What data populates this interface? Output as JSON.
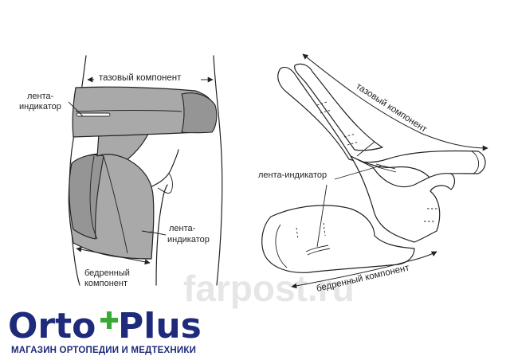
{
  "left_diagram": {
    "label_pelvic": "тазовый компонент",
    "label_indicator_top_1": "лента-",
    "label_indicator_top_2": "индикатор",
    "label_indicator_bottom_1": "лента-",
    "label_indicator_bottom_2": "индикатор",
    "label_femoral_1": "бедренный",
    "label_femoral_2": "компонент"
  },
  "right_diagram": {
    "label_pelvic": "тазовый компонент",
    "label_indicator": "лента-индикатор",
    "label_femoral": "бедренный компонент"
  },
  "logo": {
    "brand_part1": "Orto",
    "brand_part2": "Plus",
    "tagline": "МАГАЗИН ОРТОПЕДИИ И МЕДТЕХНИКИ",
    "color_navy": "#1e2a7a",
    "color_green": "#3aa935"
  },
  "watermark": "farpost.ru"
}
